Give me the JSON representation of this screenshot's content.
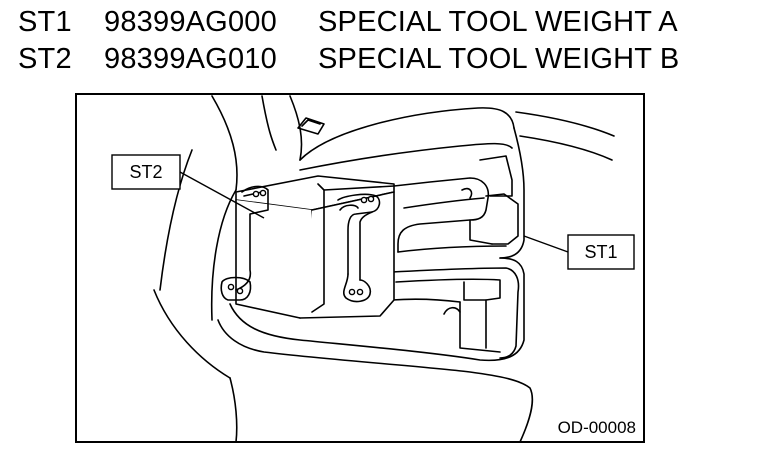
{
  "legend": [
    {
      "code": "ST1",
      "part_number": "98399AG000",
      "description": "SPECIAL TOOL WEIGHT A"
    },
    {
      "code": "ST2",
      "part_number": "98399AG010",
      "description": "SPECIAL TOOL WEIGHT B"
    }
  ],
  "diagram": {
    "callouts": {
      "st1": "ST1",
      "st2": "ST2"
    },
    "figure_id": "OD-00008"
  }
}
